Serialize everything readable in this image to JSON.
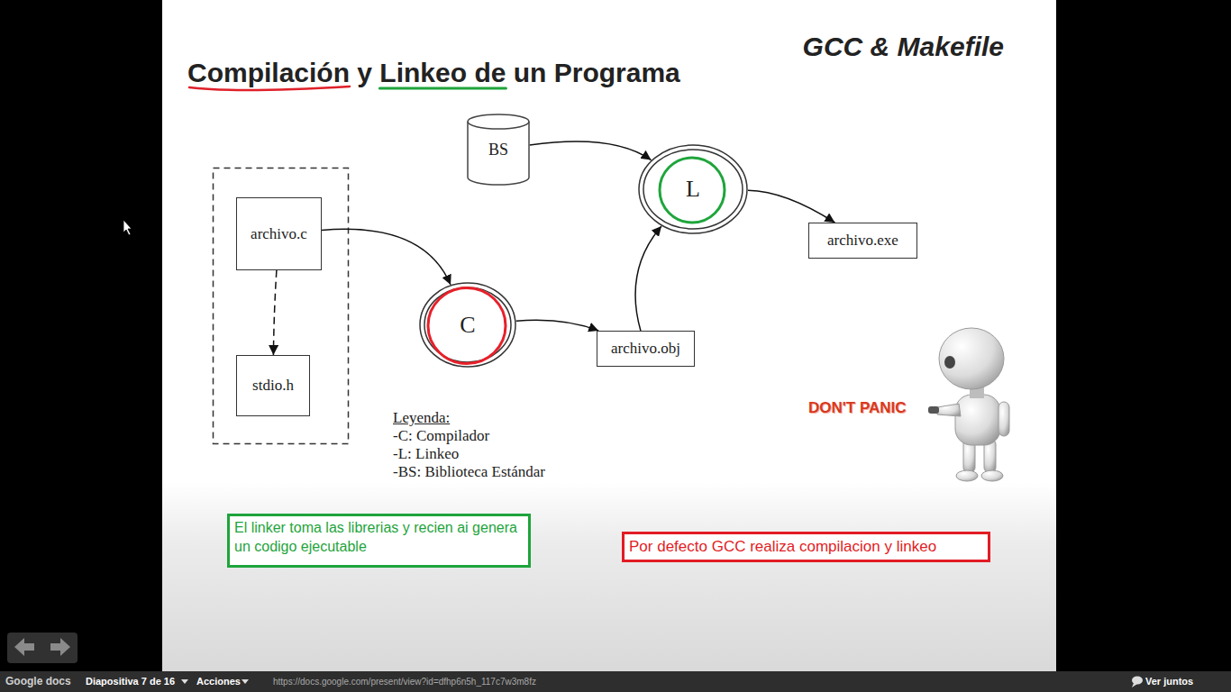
{
  "diagram": {
    "title": "Compilación y Linkeo de un Programa",
    "nodes": [
      {
        "text": [
          "BS"
        ]
      },
      {
        "text": [
          "L"
        ]
      },
      {
        "text": [
          "archivo.c"
        ]
      },
      {
        "text": [
          "archivo.exe"
        ]
      },
      {
        "text": [
          "C"
        ]
      },
      {
        "text": [
          "archivo.obj"
        ]
      },
      {
        "text": [
          "stdio.h"
        ]
      },
      {
        "text": [
          "El linker toma las librerias y recien ai genera un codigo ejecutable"
        ]
      },
      {
        "text": [
          "Por defecto GCC realiza compilacion y linkeo"
        ]
      }
    ],
    "edges": [
      {
        "from": 0,
        "to": 1,
        "arrow": "to"
      },
      {
        "from": 1,
        "to": 3,
        "arrow": "to"
      },
      {
        "from": 2,
        "to": 4,
        "arrow": "to"
      },
      {
        "from": 2,
        "to": 6,
        "arrow": "to"
      },
      {
        "from": 4,
        "to": 5,
        "arrow": "to"
      },
      {
        "from": 5,
        "to": 1,
        "arrow": "to"
      }
    ],
    "labels": [
      "GCC & Makefile",
      "Leyenda:",
      "DON'T PANIC",
      "Google docs",
      "Diapositiva 7 de 16",
      "Acciones",
      "https://docs.google.com/present/view?id=dfhp6n5h_117c7w3m8fz",
      "Ver juntos"
    ],
    "legend": [
      {
        "text": "-C: Compilador"
      },
      {
        "text": "-L: Linkeo"
      },
      {
        "text": "-BS: Biblioteca Estándar"
      }
    ]
  }
}
